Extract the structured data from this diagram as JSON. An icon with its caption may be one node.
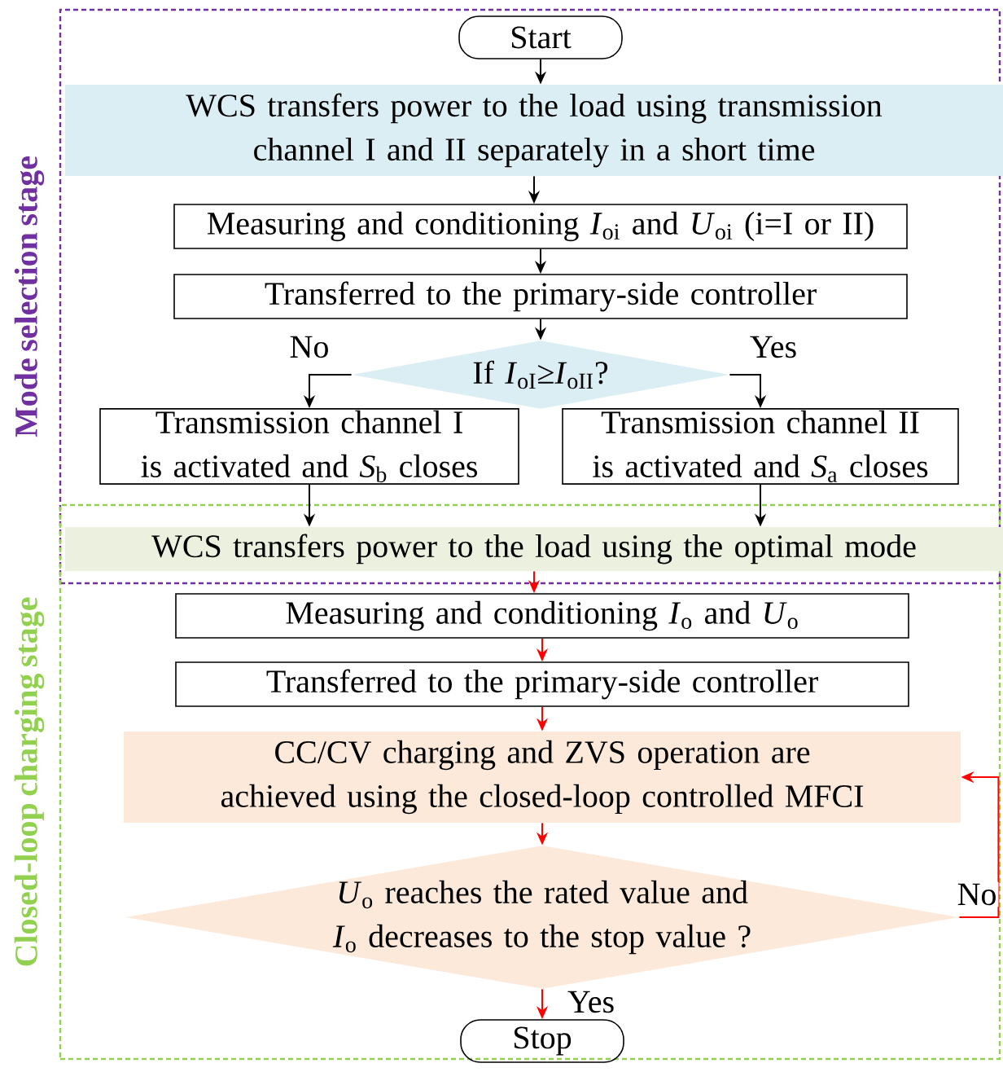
{
  "diagram": {
    "nodes": [
      {
        "text": [
          "Mode selection stage"
        ]
      },
      {
        "text": [
          "Start"
        ],
        "in": 0
      },
      {
        "text": [
          "WCS transfers power to the load using transmission channel I and II separately in a short time"
        ],
        "in": 0
      },
      {
        "text": [
          "Measuring and conditioning *I*$_{oi}$ and *U*$_{oi}$ (i=I or II)"
        ],
        "in": 0
      },
      {
        "text": [
          "Transferred to the primary-side controller"
        ],
        "in": 0
      },
      {
        "text": [
          "If *I*$_{oI}$≥*I*$_{oII}$?"
        ],
        "in": 0
      },
      {
        "text": [
          "Transmission channel I is activated and *S*$_{b}$ closes"
        ],
        "in": 0
      },
      {
        "text": [
          "Transmission channel II is activated and *S*$_{a}$ closes"
        ],
        "in": 0
      },
      {
        "text": [
          "Closed-loop charging stage"
        ]
      },
      {
        "text": [
          "WCS transfers power to the load using the optimal mode"
        ]
      },
      {
        "text": [
          "Measuring and conditioning *I*$_{o}$ and *U*$_{o}$"
        ],
        "in": 8
      },
      {
        "text": [
          "Transferred to the primary-side controller"
        ],
        "in": 8
      },
      {
        "text": [
          "CC/CV charging and ZVS operation are achieved using the closed-loop controlled MFCI"
        ],
        "in": 8
      },
      {
        "text": [
          "*U*$_{o}$ reaches the rated value and *I*$_{o}$ decreases to the stop value ?"
        ],
        "in": 8
      },
      {
        "text": [
          "Stop"
        ],
        "in": 8
      }
    ],
    "edges": [
      {
        "from": 1,
        "to": 2,
        "arrow": "to"
      },
      {
        "from": 2,
        "to": 3,
        "arrow": "to"
      },
      {
        "from": 3,
        "to": 4,
        "arrow": "to"
      },
      {
        "from": 4,
        "to": 5,
        "arrow": "to"
      },
      {
        "from": 5,
        "to": 6,
        "arrow": "to",
        "label": "No"
      },
      {
        "from": 5,
        "to": 7,
        "arrow": "to",
        "label": "Yes"
      },
      {
        "from": 6,
        "to": 9,
        "arrow": "to"
      },
      {
        "from": 7,
        "to": 9,
        "arrow": "to"
      },
      {
        "from": 9,
        "to": 10,
        "arrow": "to",
        "color": "#ff0000"
      },
      {
        "from": 10,
        "to": 11,
        "arrow": "to",
        "color": "#ff0000"
      },
      {
        "from": 11,
        "to": 12,
        "arrow": "to",
        "color": "#ff0000"
      },
      {
        "from": 12,
        "to": 13,
        "arrow": "to",
        "color": "#ff0000"
      },
      {
        "from": 13,
        "to": 14,
        "arrow": "to",
        "color": "#ff0000",
        "label": "Yes"
      },
      {
        "from": 13,
        "to": 12,
        "arrow": "to",
        "color": "#ff0000",
        "label": "No"
      }
    ]
  }
}
